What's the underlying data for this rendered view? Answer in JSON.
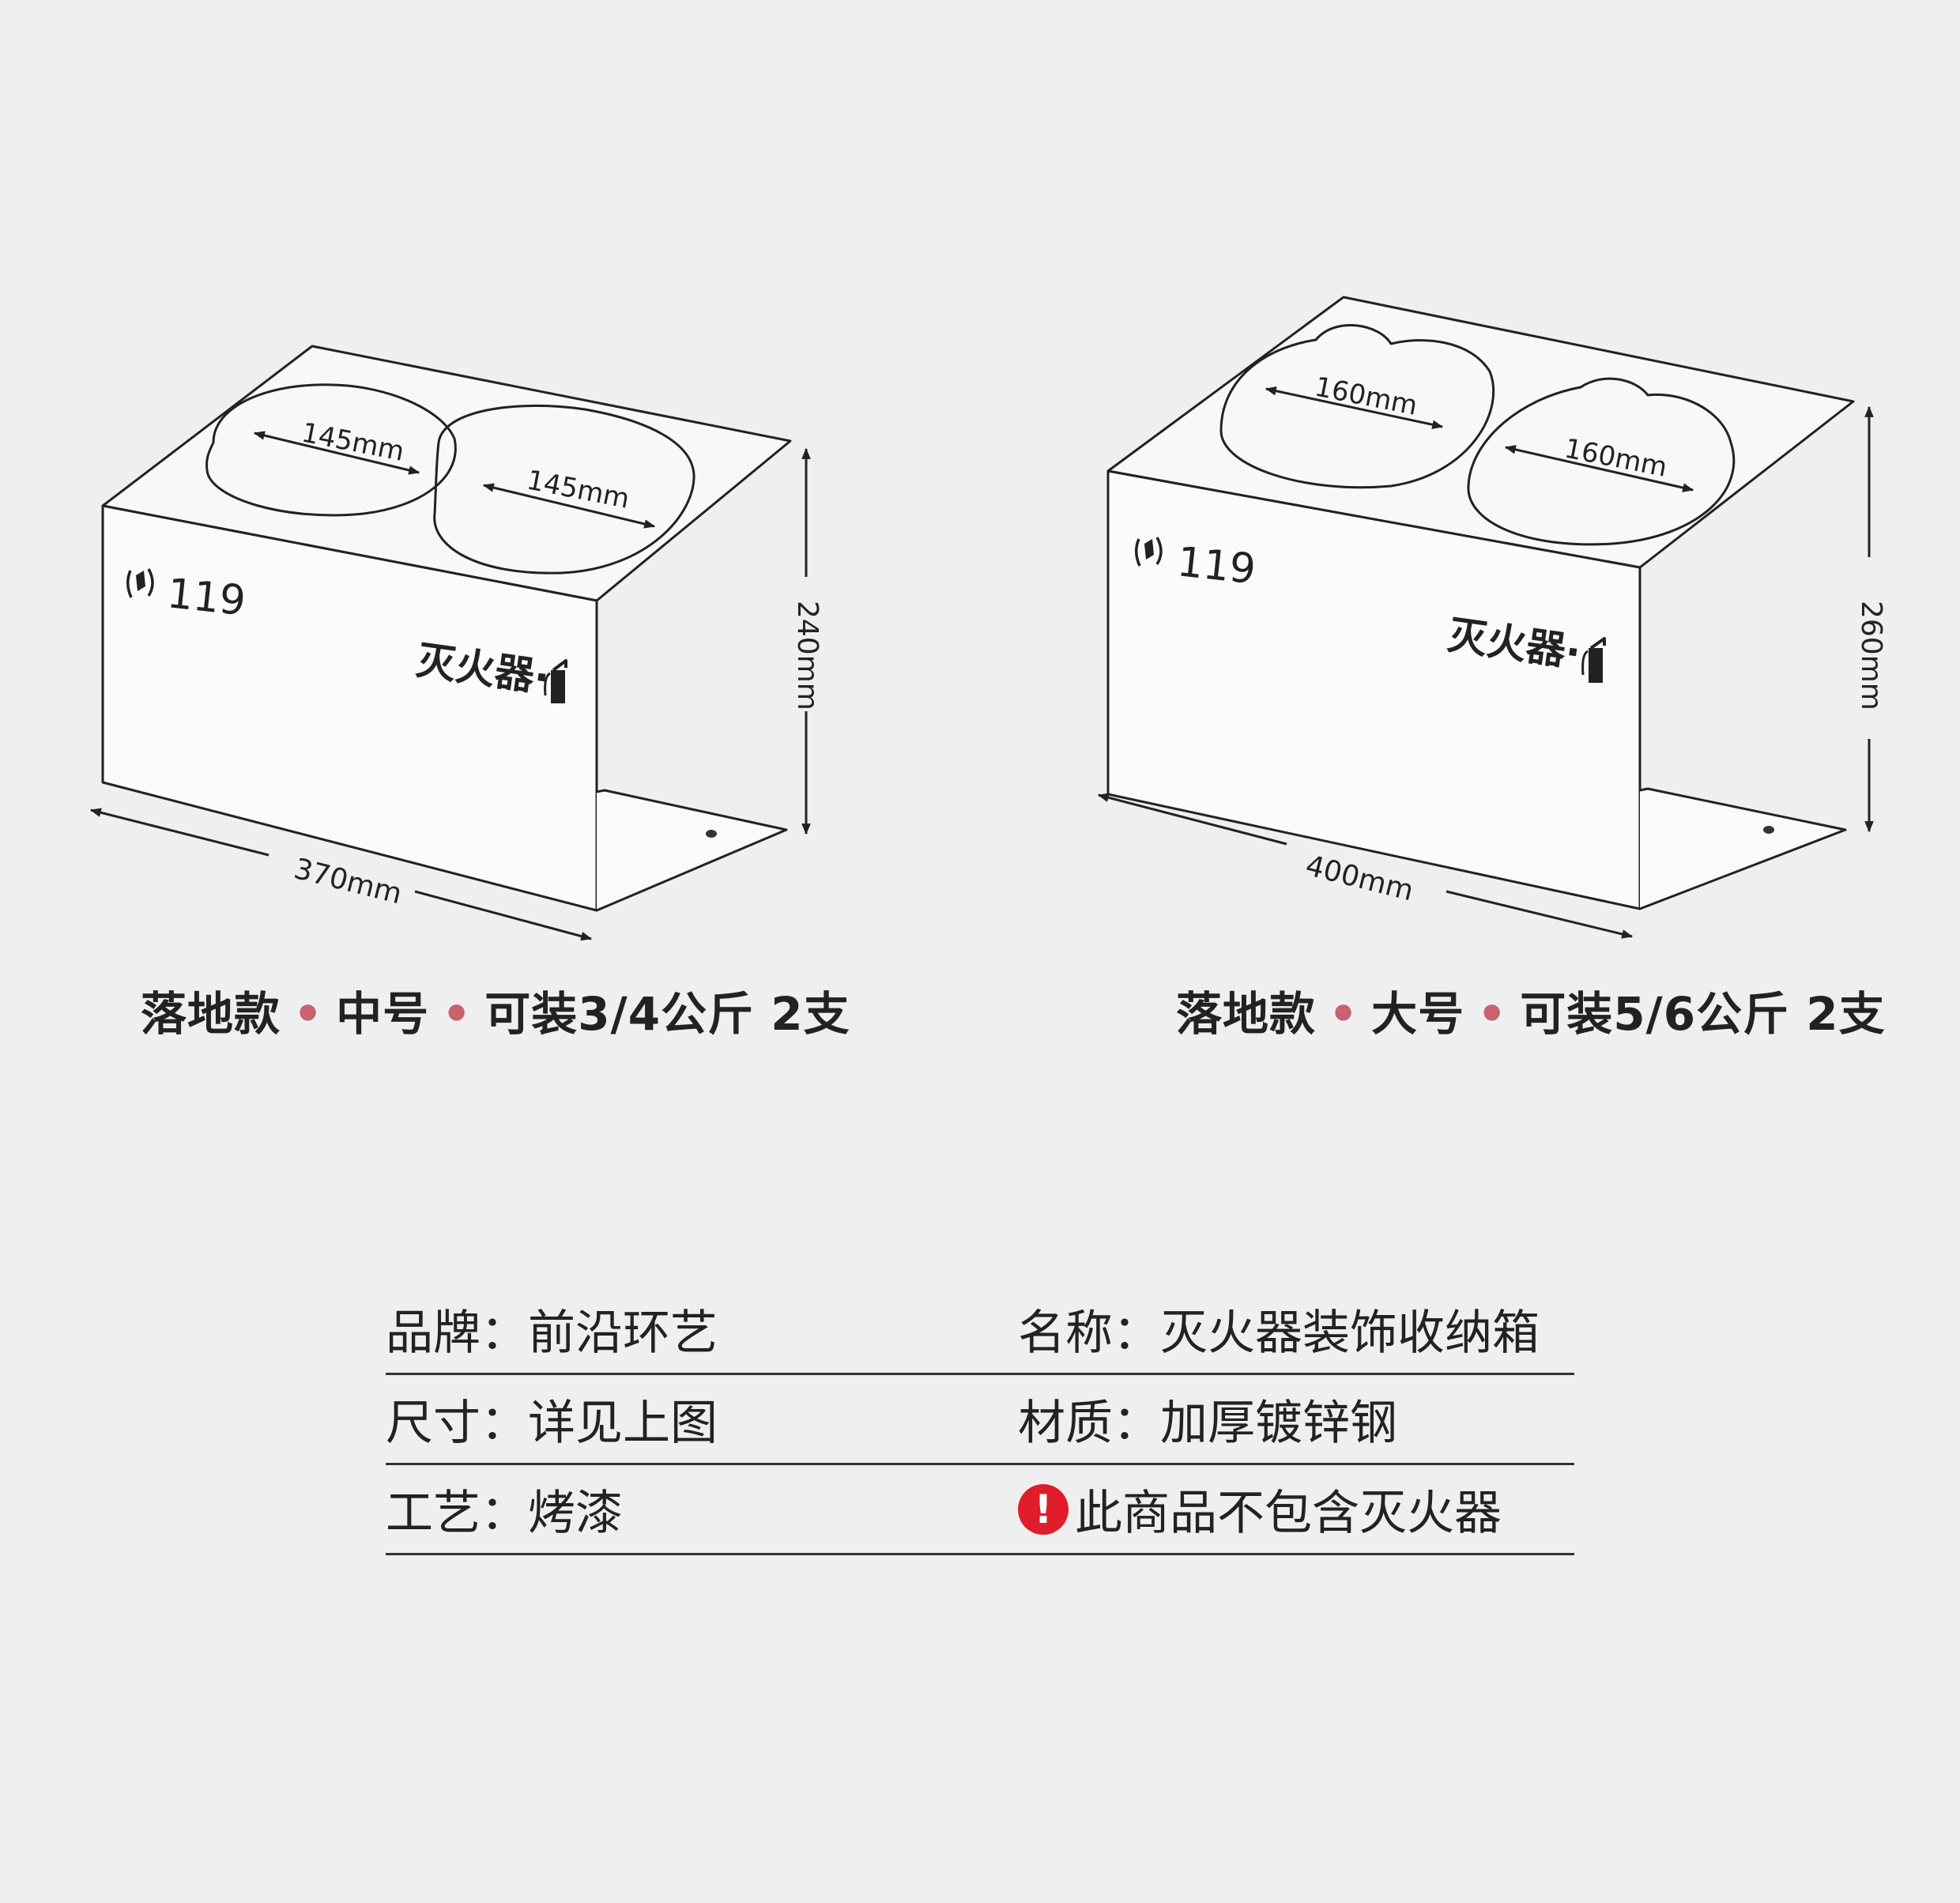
{
  "colors": {
    "background": "#efefef",
    "line": "#222222",
    "accent_dot": "#c8626e",
    "warning_red": "#e01e2b"
  },
  "products": [
    {
      "hole_label_1": "145mm",
      "hole_label_2": "145mm",
      "phone_text": "119",
      "front_label": "灭火器·",
      "height_label": "240mm",
      "width_label": "370mm",
      "caption": {
        "part1": "落地款",
        "part2": "中号",
        "part3": "可装3/4公斤 2支",
        "separator": "•"
      }
    },
    {
      "hole_label_1": "160mm",
      "hole_label_2": "160mm",
      "phone_text": "119",
      "front_label": "灭火器·",
      "height_label": "260mm",
      "width_label": "400mm",
      "caption": {
        "part1": "落地款",
        "part2": "大号",
        "part3": "可装5/6公斤 2支",
        "separator": "•"
      }
    }
  ],
  "specs": {
    "rows": [
      {
        "left": "品牌：前沿环艺",
        "right": "名称：灭火器装饰收纳箱"
      },
      {
        "left": "尺寸：详见上图",
        "right": "材质：加厚镀锌钢"
      },
      {
        "left": "工艺：烤漆",
        "right": "此商品不包含灭火器",
        "warning_icon": "!"
      }
    ]
  },
  "icons": {
    "phone": "phone-signal-icon",
    "extinguisher": "fire-extinguisher-icon",
    "warning": "warning-exclamation-icon"
  }
}
